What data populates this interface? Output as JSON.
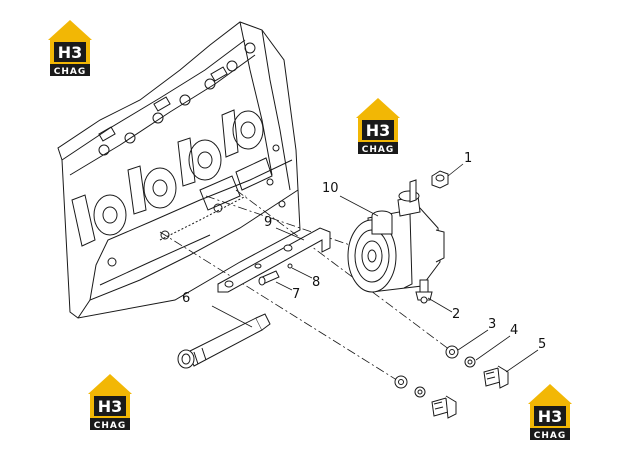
{
  "logo": {
    "mark": "H3",
    "name": "CHAG",
    "icon": "brand-logo-icon",
    "colors": {
      "roof": "#f2b705",
      "panel": "#1a1a1a",
      "text": "#ffffff"
    }
  },
  "diagram": {
    "type": "exploded-parts-view",
    "line_color": "#1a1a1a",
    "callouts": [
      "1",
      "2",
      "3",
      "4",
      "5",
      "6",
      "7",
      "8",
      "9",
      "10"
    ]
  }
}
